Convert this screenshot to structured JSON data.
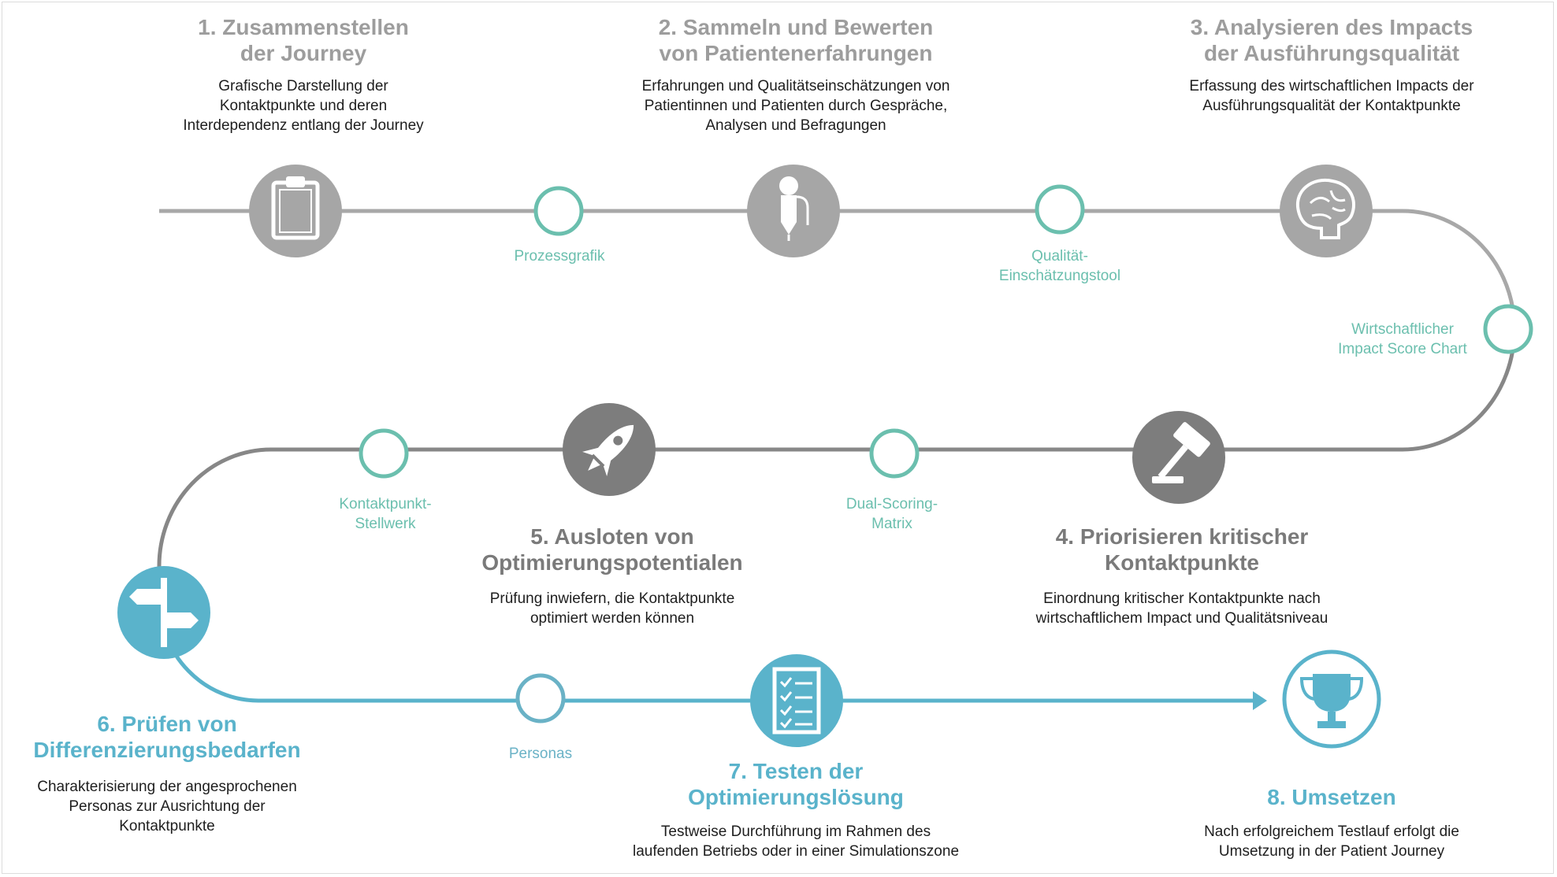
{
  "colors": {
    "gray_line": "#a8a8a8",
    "dark_line": "#878787",
    "blue_line": "#5ab3cb",
    "gray_circle": "#a6a6a6",
    "dark_circle": "#7d7d7d",
    "blue_circle": "#5ab3cb",
    "teal_ring": "#6bbfae",
    "blue_ring": "#6ab2c6"
  },
  "steps": [
    {
      "title": "1. Zusammenstellen\nder Journey",
      "desc": "Grafische Darstellung der\nKontaktpunkte und deren\nInterdependenz entlang der Journey",
      "icon": "clipboard-icon"
    },
    {
      "title": "2. Sammeln und Bewerten\nvon Patientenerfahrungen",
      "desc": "Erfahrungen und Qualitätseinschätzungen von\nPatientinnen und Patienten durch Gespräche,\nAnalysen und Befragungen",
      "icon": "microphone-icon"
    },
    {
      "title": "3. Analysieren des Impacts\nder Ausführungsqualität",
      "desc": "Erfassung des wirtschaftlichen Impacts der\nAusführungsqualität der Kontaktpunkte",
      "icon": "brain-icon"
    },
    {
      "title": "4. Priorisieren kritischer\nKontaktpunkte",
      "desc": "Einordnung kritischer Kontaktpunkte nach\nwirtschaftlichem Impact und Qualitätsniveau",
      "icon": "gavel-icon"
    },
    {
      "title": "5. Ausloten von\nOptimierungspotentialen",
      "desc": "Prüfung inwiefern, die Kontaktpunkte\noptimiert werden können",
      "icon": "rocket-icon"
    },
    {
      "title": "6. Prüfen von\nDifferenzierungsbedarfen",
      "desc": "Charakterisierung der angesprochenen\nPersonas zur Ausrichtung der\nKontaktpunkte",
      "icon": "signpost-icon"
    },
    {
      "title": "7. Testen der\nOptimierungslösung",
      "desc": "Testweise Durchführung im Rahmen des\nlaufenden Betriebs oder in einer Simulationszone",
      "icon": "checklist-icon"
    },
    {
      "title": "8. Umsetzen",
      "desc": "Nach erfolgreichem Testlauf erfolgt die\nUmsetzung in der Patient Journey",
      "icon": "trophy-icon"
    }
  ],
  "tools": [
    {
      "label": "Prozessgrafik"
    },
    {
      "label": "Qualität-\nEinschätzungstool"
    },
    {
      "label": "Wirtschaftlicher\nImpact Score Chart"
    },
    {
      "label": "Dual-Scoring-\nMatrix"
    },
    {
      "label": "Kontaktpunkt-\nStellwerk"
    },
    {
      "label": "Personas"
    }
  ]
}
